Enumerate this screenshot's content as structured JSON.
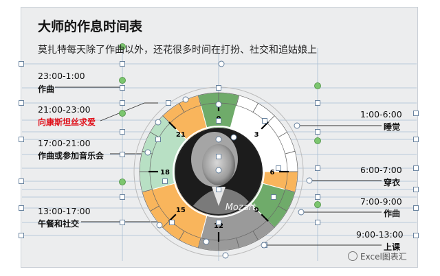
{
  "header": {
    "title": "大师的作息时间表",
    "subtitle": "莫扎特每天除了作曲以外，还花很多时间在打扮、社交和追姑娘上"
  },
  "schedule": [
    {
      "time": "1:00-6:00",
      "activity": "睡觉",
      "color": "#ffffff"
    },
    {
      "time": "6:00-7:00",
      "activity": "穿衣",
      "color": "#f9b55c"
    },
    {
      "time": "7:00-9:00",
      "activity": "作曲",
      "color": "#6fab6a"
    },
    {
      "time": "9:00-13:00",
      "activity": "上课",
      "color": "#9a9a9a"
    },
    {
      "time": "13:00-17:00",
      "activity": "午餐和社交",
      "color": "#f9b55c"
    },
    {
      "time": "17:00-21:00",
      "activity": "作曲或参加音乐会",
      "color": "#b8e0c4"
    },
    {
      "time": "21:00-23:00",
      "activity": "向康斯坦丝求爱",
      "color": "#f9b55c"
    },
    {
      "time": "23:00-1:00",
      "activity": "作曲",
      "color": "#6fab6a"
    }
  ],
  "clock": {
    "hour_labels": [
      "0",
      "3",
      "6",
      "9",
      "12",
      "15",
      "18",
      "21"
    ]
  },
  "portrait": {
    "signature": "Mozart."
  },
  "watermark": {
    "text": "Excel图表汇"
  },
  "colors": {
    "slide_bg": "#ecedee",
    "handle_blue": "#8fa9c4",
    "handle_green": "#7cc66f",
    "accent_red": "#e0101a"
  }
}
